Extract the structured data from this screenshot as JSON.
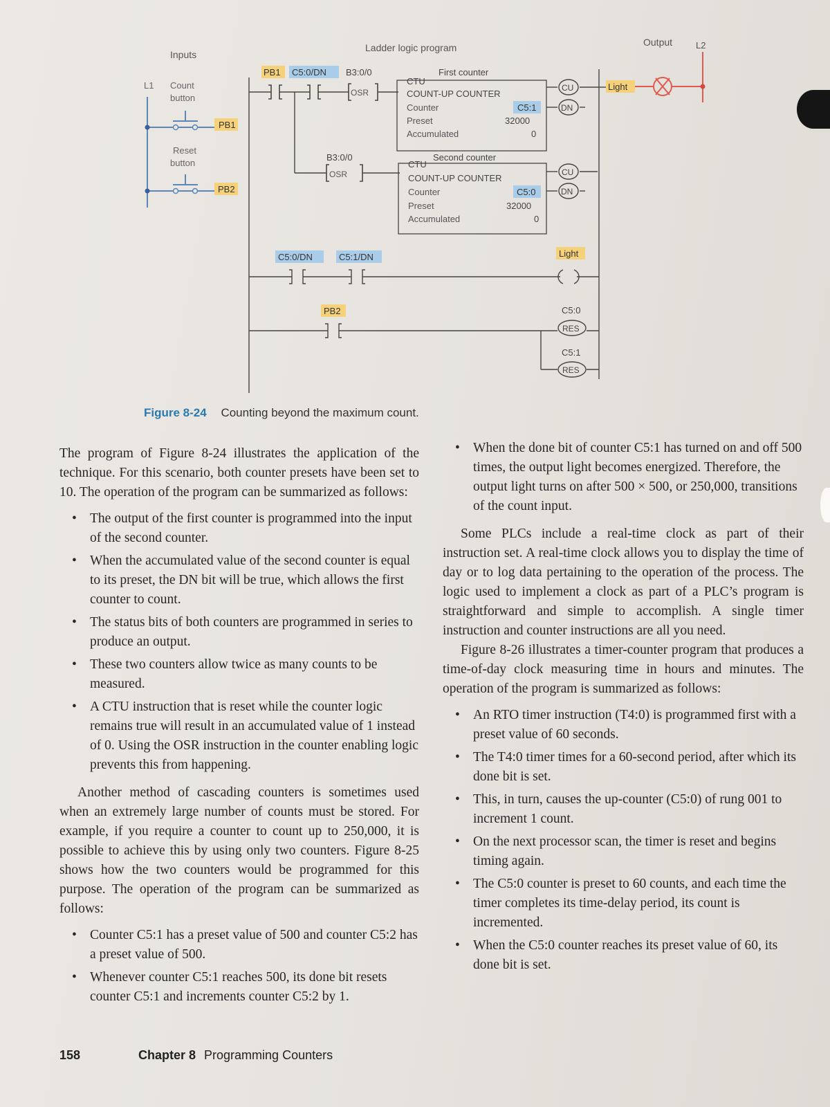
{
  "diagram": {
    "inputs_label": "Inputs",
    "program_label": "Ladder logic program",
    "output_label": "Output",
    "l1": "L1",
    "l2": "L2",
    "count_button": [
      "Count",
      "button"
    ],
    "reset_button": [
      "Reset",
      "button"
    ],
    "pb1": "PB1",
    "pb2": "PB2",
    "rung1": {
      "tag1": "PB1",
      "tag2": "C5:0/DN",
      "tag3": "B3:0/0",
      "osr": "OSR",
      "title": "First counter",
      "ctu": "CTU",
      "name": "COUNT-UP COUNTER",
      "counter_label": "Counter",
      "counter_value": "C5:1",
      "preset_label": "Preset",
      "preset_value": "32000",
      "accum_label": "Accumulated",
      "accum_value": "0",
      "cu": "CU",
      "dn": "DN",
      "light_tag": "Light"
    },
    "rung2": {
      "tag": "B3:0/0",
      "osr": "OSR",
      "title": "Second counter",
      "ctu": "CTU",
      "name": "COUNT-UP COUNTER",
      "counter_label": "Counter",
      "counter_value": "C5:0",
      "preset_label": "Preset",
      "preset_value": "32000",
      "accum_label": "Accumulated",
      "accum_value": "0",
      "cu": "CU",
      "dn": "DN"
    },
    "rung3": {
      "tag1": "C5:0/DN",
      "tag2": "C5:1/DN",
      "coil": "Light"
    },
    "rung4": {
      "tag": "PB2",
      "res1_tag": "C5:0",
      "res2_tag": "C5:1",
      "res": "RES"
    }
  },
  "caption": {
    "label": "Figure 8-24",
    "text": "Counting beyond the maximum count."
  },
  "left_column": {
    "p1": "The program of Figure 8-24 illustrates the application of the technique. For this scenario, both counter presets have been set to 10. The operation of the program can be summarized as follows:",
    "bullets1": [
      "The output of the first counter is programmed into the input of the second counter.",
      "When the accumulated value of the second counter is equal to its preset, the DN bit will be true, which allows the first counter to count.",
      "The status bits of both counters are programmed in series to produce an output.",
      "These two counters allow twice as many counts to be measured.",
      "A CTU instruction that is reset while the counter logic remains true will result in an accumulated value of 1 instead of 0. Using the OSR instruction in the counter enabling logic prevents this from happening."
    ],
    "p2": "Another method of cascading counters is sometimes used when an extremely large number of counts must be stored. For example, if you require a counter to count up to 250,000, it is possible to achieve this by using only two counters. Figure 8-25 shows how the two counters would be programmed for this purpose. The operation of the program can be summarized as follows:",
    "bullets2": [
      "Counter C5:1 has a preset value of 500 and counter C5:2 has a preset value of 500.",
      "Whenever counter C5:1 reaches 500, its done bit resets counter C5:1 and increments counter C5:2 by 1."
    ]
  },
  "right_column": {
    "bullets0": [
      "When the done bit of counter C5:1 has turned on and off 500 times, the output light becomes energized. Therefore, the output light turns on after 500 × 500, or 250,000, transitions of the count input."
    ],
    "p1": "Some PLCs include a real-time clock as part of their instruction set. A real-time clock allows you to display the time of day or to log data pertaining to the operation of the process. The logic used to implement a clock as part of a PLC’s program is straightforward and simple to accomplish. A single timer instruction and counter instructions are all you need.",
    "p2": "Figure 8-26 illustrates a timer-counter program that produces a time-of-day clock measuring time in hours and minutes. The operation of the program is summarized as follows:",
    "bullets1": [
      "An RTO timer instruction (T4:0) is programmed first with a preset value of 60 seconds.",
      "The T4:0 timer times for a 60-second period, after which its done bit is set.",
      "This, in turn, causes the up-counter (C5:0) of rung 001 to increment 1 count.",
      "On the next processor scan, the timer is reset and begins timing again.",
      "The C5:0 counter is preset to 60 counts, and each time the timer completes its time-delay period, its count is incremented.",
      "When the C5:0 counter reaches its preset value of 60, its done bit is set."
    ]
  },
  "footer": {
    "page_number": "158",
    "chapter": "Chapter 8",
    "chapter_title": "Programming Counters"
  }
}
